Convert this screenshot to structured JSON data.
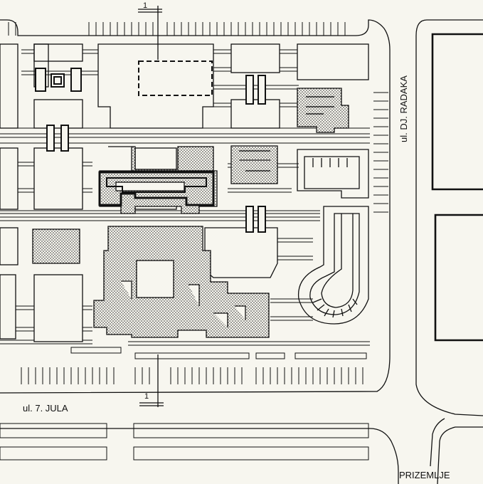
{
  "labels": {
    "section_marker_top": "1",
    "section_marker_bottom": "1",
    "street_vertical": "ul. DJ. RADAKA",
    "street_horizontal": "ul. 7. JULA",
    "floor_name": "PRIZEMLJE"
  },
  "colors": {
    "paper": "#f7f6ef",
    "ink": "#111111"
  }
}
